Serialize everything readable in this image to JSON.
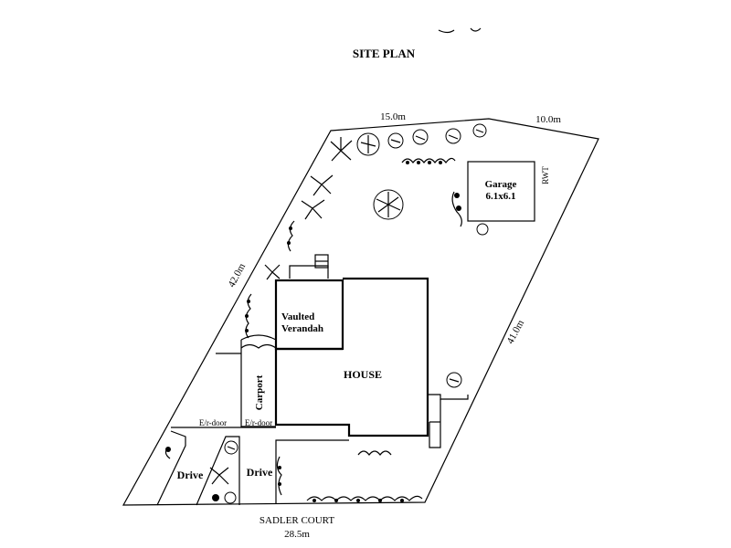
{
  "title": "SITE PLAN",
  "street": "SADLER COURT",
  "dimensions": {
    "top_left": "15.0m",
    "top_right": "10.0m",
    "left_side": "42.0m",
    "right_side": "41.0m",
    "bottom": "28.5m"
  },
  "labels": {
    "garage_line1": "Garage",
    "garage_line2": "6.1x6.1",
    "rwt": "RWT",
    "verandah_line1": "Vaulted",
    "verandah_line2": "Verandah",
    "house": "HOUSE",
    "carport": "Carport",
    "door_left": "E/r-door",
    "door_right": "E/r-door",
    "drive_left": "Drive",
    "drive_right": "Drive"
  },
  "colors": {
    "ink": "#000000",
    "paper": "#ffffff"
  },
  "icons": [
    "shrub-icon",
    "palm-icon",
    "tree-icon",
    "hedge-icon",
    "hatch-icon"
  ]
}
